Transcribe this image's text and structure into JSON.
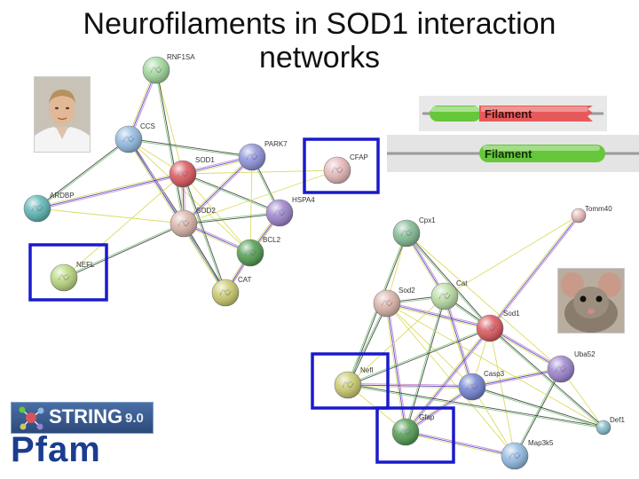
{
  "slide": {
    "title": "Neurofilaments in SOD1 interaction networks"
  },
  "human_network": {
    "nodes": [
      {
        "id": "RNF1SA",
        "label": "RNF1SA",
        "color": "#9ed69a"
      },
      {
        "id": "CCS",
        "label": "CCS",
        "color": "#8fb8e0"
      },
      {
        "id": "SOD1",
        "label": "SOD1",
        "color": "#d9535a"
      },
      {
        "id": "PARK7",
        "label": "PARK7",
        "color": "#8c90d8"
      },
      {
        "id": "CFAP",
        "label": "CFAP",
        "color": "#e6b7b7"
      },
      {
        "id": "HSPA4",
        "label": "HSPA4",
        "color": "#9a80cc"
      },
      {
        "id": "ARDBP",
        "label": "ARDBP",
        "color": "#5ab3b3"
      },
      {
        "id": "SOD2",
        "label": "SOD2",
        "color": "#d9b2a6"
      },
      {
        "id": "BCL2",
        "label": "BCL2",
        "color": "#4e9a4e"
      },
      {
        "id": "NEFL",
        "label": "NEFL",
        "color": "#b7d67a"
      },
      {
        "id": "CAT",
        "label": "CAT",
        "color": "#c8c86a"
      }
    ],
    "highlighted": [
      "CFAP",
      "NEFL"
    ]
  },
  "mouse_network": {
    "nodes": [
      {
        "id": "Cpx1",
        "label": "Cpx1",
        "color": "#7fb98f"
      },
      {
        "id": "Tomm40",
        "label": "Tomm40",
        "color": "#e6b7b7"
      },
      {
        "id": "Sod2",
        "label": "Sod2",
        "color": "#d9b2a6"
      },
      {
        "id": "Cat",
        "label": "Cat",
        "color": "#b8dba0"
      },
      {
        "id": "Sod1",
        "label": "Sod1",
        "color": "#d9535a"
      },
      {
        "id": "Uba52",
        "label": "Uba52",
        "color": "#9a80cc"
      },
      {
        "id": "Nefl",
        "label": "Nefl",
        "color": "#c8c86a"
      },
      {
        "id": "Casp3",
        "label": "Casp3",
        "color": "#6f7fcf"
      },
      {
        "id": "Gfap",
        "label": "Gfap",
        "color": "#4e9a4e"
      },
      {
        "id": "Def1",
        "label": "Def1",
        "color": "#7fb9c8"
      },
      {
        "id": "Map3k5",
        "label": "Map3k5",
        "color": "#8fb8e0"
      }
    ],
    "highlighted": [
      "Nefl",
      "Gfap"
    ]
  },
  "filament_domains": [
    {
      "label": "Filament",
      "color": "#e85a5a",
      "companion_color": "#66c73a"
    },
    {
      "label": "Filament",
      "color": "#66c73a"
    }
  ],
  "logos": {
    "string_text": "STRING",
    "string_version": "9.0",
    "pfam_text": "Pfam"
  },
  "colors": {
    "highlight_box": "#1a1acc",
    "edge_colors": [
      "#d6d64a",
      "#3aaed8",
      "#2a2a2a",
      "#6fc16f",
      "#c774c7",
      "#3030d0"
    ]
  }
}
